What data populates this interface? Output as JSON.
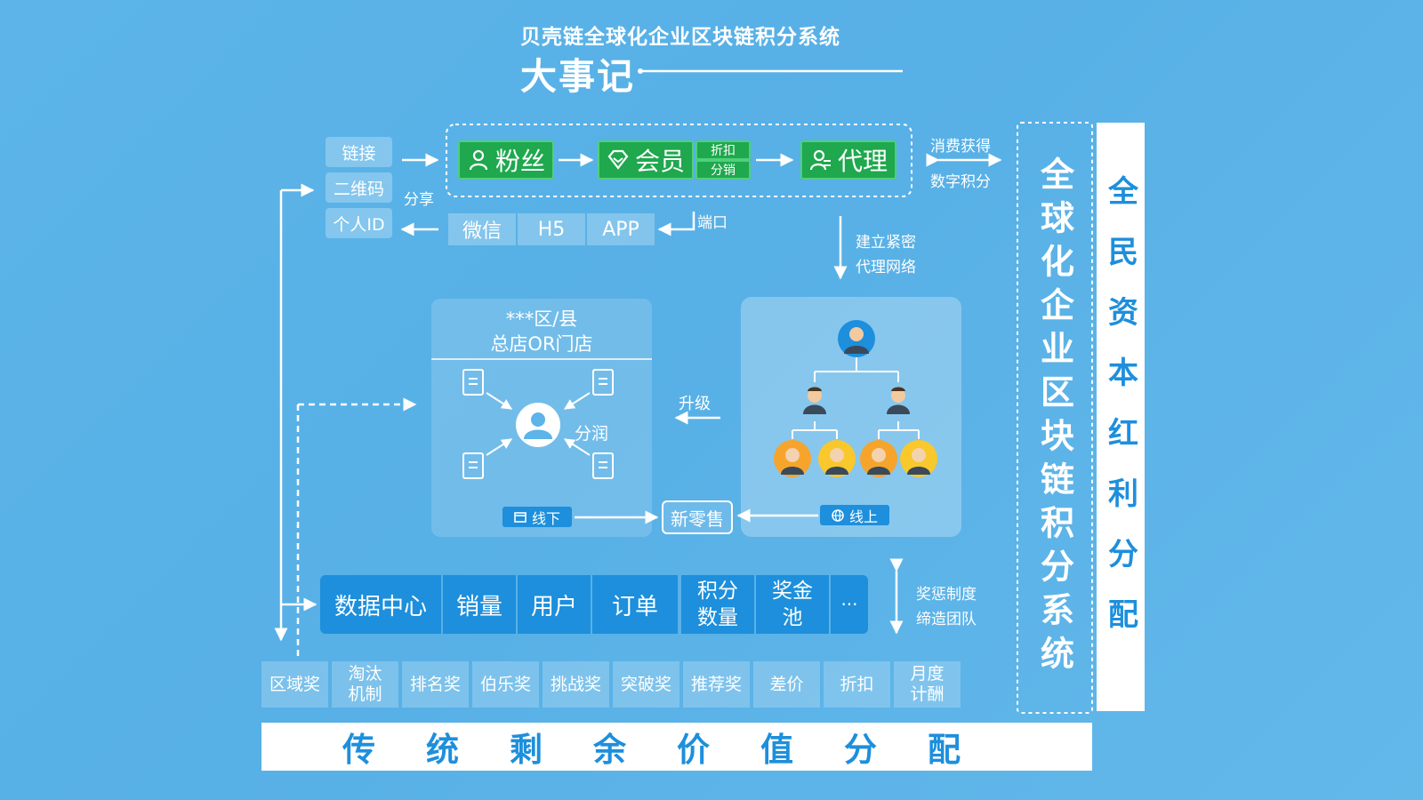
{
  "header": {
    "subtitle": "贝壳链全球化企业区块链积分系统",
    "title": "大事记"
  },
  "share": {
    "items": [
      "链接",
      "二维码",
      "个人ID"
    ],
    "share_label": "分享"
  },
  "funnel": {
    "fans": "粉丝",
    "member": "会员",
    "discount": "折扣",
    "distribution": "分销",
    "agent": "代理",
    "gain_line1": "消费获得",
    "gain_line2": "数字积分"
  },
  "channels": {
    "items": [
      "微信",
      "H5",
      "APP"
    ],
    "port_label": "端口"
  },
  "network": {
    "line1": "建立紧密",
    "line2": "代理网络"
  },
  "store": {
    "title_line1": "***区/县",
    "title_line2": "总店OR门店",
    "share_profit": "分润",
    "offline": "线下"
  },
  "upgrade_label": "升级",
  "new_retail": "新零售",
  "online": "线上",
  "data_center": {
    "main": [
      "数据中心",
      "销量",
      "用户",
      "订单"
    ],
    "extra": [
      [
        "积分",
        "数量"
      ],
      [
        "奖金",
        "池"
      ],
      [
        "···"
      ]
    ]
  },
  "team": {
    "line1": "奖惩制度",
    "line2": "缔造团队"
  },
  "awards": [
    [
      "区域奖"
    ],
    [
      "淘汰",
      "机制"
    ],
    [
      "排名奖"
    ],
    [
      "伯乐奖"
    ],
    [
      "挑战奖"
    ],
    [
      "突破奖"
    ],
    [
      "推荐奖"
    ],
    [
      "差价"
    ],
    [
      "折扣"
    ],
    [
      "月度",
      "计酬"
    ]
  ],
  "system_name": "全球化企业区块链积分系统",
  "dividend": "全民资本红利分配",
  "traditional": "传统剩余价值分配",
  "colors": {
    "green": "#1fa84e",
    "blue": "#1d8fdc",
    "background": "#57b0e6"
  }
}
